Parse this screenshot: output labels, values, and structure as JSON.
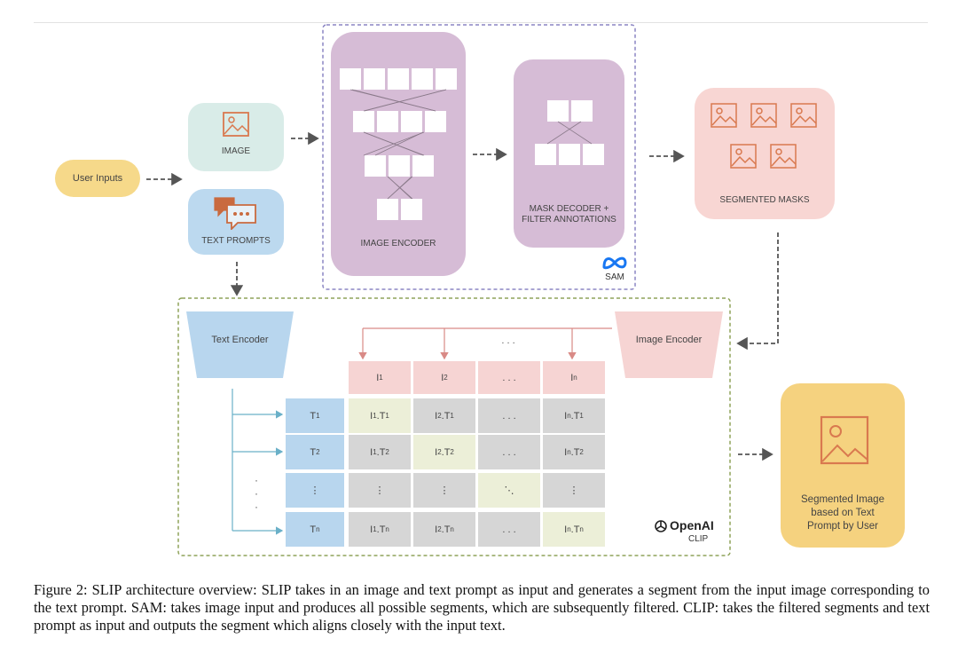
{
  "user_inputs": "User Inputs",
  "image": "IMAGE",
  "text_prompts": "TEXT PROMPTS",
  "sam": {
    "image_encoder": "IMAGE ENCODER",
    "mask_decoder_line1": "MASK DECODER +",
    "mask_decoder_line2": "FILTER ANNOTATIONS",
    "label": "SAM"
  },
  "segmented_masks": "SEGMENTED MASKS",
  "clip": {
    "text_encoder": "Text Encoder",
    "image_encoder": "Image Encoder",
    "brand": "OpenAI",
    "label": "CLIP",
    "dots": ". . .",
    "header": [
      {
        "base": "I",
        "sub": "1"
      },
      {
        "base": "I",
        "sub": "2"
      },
      {
        "base": ". . .",
        "sub": ""
      },
      {
        "base": "I",
        "sub": "n"
      }
    ],
    "rows": [
      {
        "t": {
          "base": "T",
          "sub": "1"
        },
        "cells": [
          {
            "text": "I1.T1",
            "kind": "y"
          },
          {
            "text": "I2.T1",
            "kind": "g"
          },
          {
            "text": ". . .",
            "kind": "g"
          },
          {
            "text": "In.T1",
            "kind": "g"
          }
        ]
      },
      {
        "t": {
          "base": "T",
          "sub": "2"
        },
        "cells": [
          {
            "text": "I1.T2",
            "kind": "g"
          },
          {
            "text": "I2.T2",
            "kind": "y"
          },
          {
            "text": ". . .",
            "kind": "g"
          },
          {
            "text": "In.T2",
            "kind": "g"
          }
        ]
      },
      {
        "t": {
          "base": "⋮",
          "sub": ""
        },
        "cells": [
          {
            "text": "⋮",
            "kind": "g"
          },
          {
            "text": "⋮",
            "kind": "g"
          },
          {
            "text": "⋱",
            "kind": "y"
          },
          {
            "text": "⋮",
            "kind": "g"
          }
        ]
      },
      {
        "t": {
          "base": "T",
          "sub": "n"
        },
        "cells": [
          {
            "text": "I1.Tn",
            "kind": "g"
          },
          {
            "text": "I2.Tn",
            "kind": "g"
          },
          {
            "text": ". . .",
            "kind": "g"
          },
          {
            "text": "In.Tn",
            "kind": "y"
          }
        ]
      }
    ]
  },
  "output": {
    "line1": "Segmented Image",
    "line2": "based on Text",
    "line3": "Prompt by User"
  },
  "caption": "Figure 2: SLIP architecture overview: SLIP takes in an image and text prompt as input and generates a segment from the input image corresponding to the text prompt. SAM: takes image input and produces all possible segments, which are subsequently filtered. CLIP: takes the filtered segments and text prompt as input and outputs the segment which aligns closely with the input text.",
  "colors": {
    "user_inputs": "#f6d98a",
    "image_card": "#d9ece8",
    "text_card": "#bcd9ef",
    "sam_block": "#d6bcd6",
    "mask_card": "#f8d6d3",
    "output_card": "#f5d27f",
    "icon": "#d9794f"
  }
}
